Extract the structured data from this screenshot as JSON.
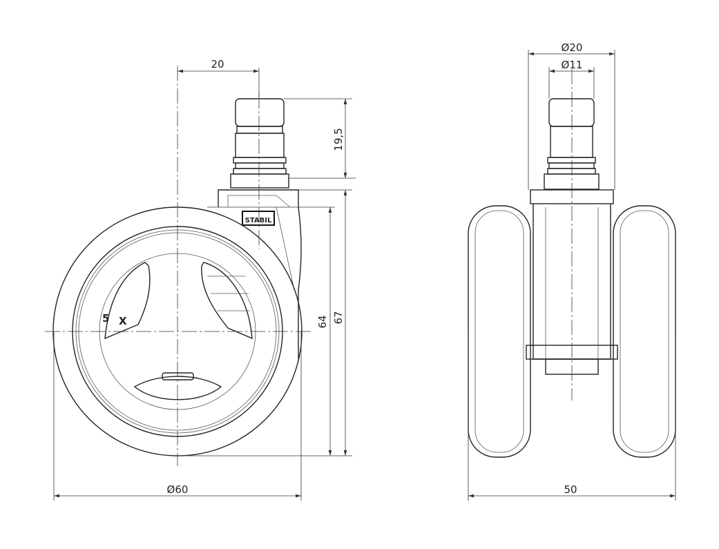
{
  "drawing": {
    "side_view": {
      "dimensions": {
        "offset": "20",
        "stem_length": "19,5",
        "wheel_height": "64",
        "total_height": "67",
        "wheel_diameter": "Ø60"
      },
      "hub_markings": [
        "5",
        "X"
      ],
      "logo_text": "STABIL"
    },
    "front_view": {
      "dimensions": {
        "stem_outer_diameter": "Ø20",
        "stem_inner_diameter": "Ø11",
        "total_width": "50"
      }
    }
  }
}
